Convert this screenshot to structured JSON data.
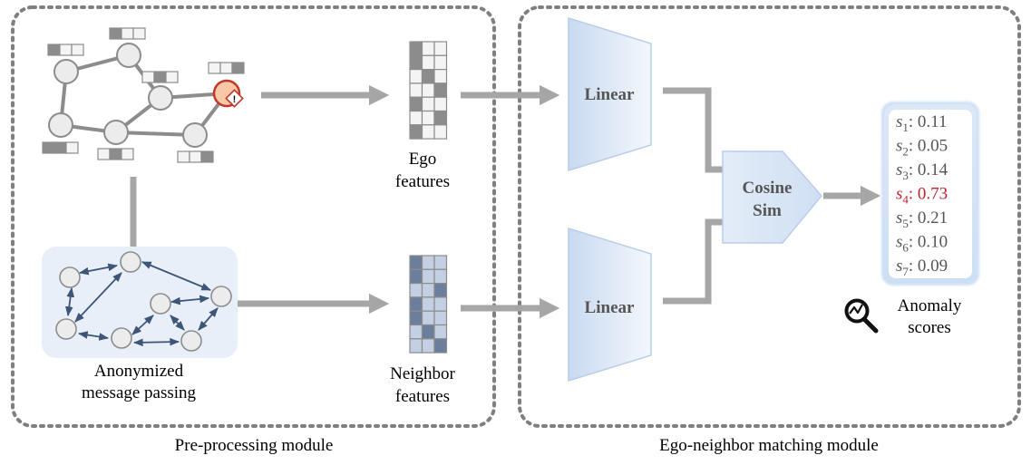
{
  "modules": {
    "preprocessing_label": "Pre-processing module",
    "matching_label": "Ego-neighbor matching module"
  },
  "anonymized": {
    "line1": "Anonymized",
    "line2": "message passing"
  },
  "ego_features": {
    "line1": "Ego",
    "line2": "features"
  },
  "neighbor_features": {
    "line1": "Neighbor",
    "line2": "features"
  },
  "linear_top": "Linear",
  "linear_bottom": "Linear",
  "cosine": {
    "line1": "Cosine",
    "line2": "Sim"
  },
  "scores": [
    {
      "sub": "1",
      "value": ": 0.11",
      "highlight": false
    },
    {
      "sub": "2",
      "value": ": 0.05",
      "highlight": false
    },
    {
      "sub": "3",
      "value": ": 0.14",
      "highlight": false
    },
    {
      "sub": "4",
      "value": ": 0.73",
      "highlight": true
    },
    {
      "sub": "5",
      "value": ": 0.21",
      "highlight": false
    },
    {
      "sub": "6",
      "value": ": 0.10",
      "highlight": false
    },
    {
      "sub": "7",
      "value": ": 0.09",
      "highlight": false
    }
  ],
  "score_symbol": "s",
  "anomaly": {
    "line1": "Anomaly",
    "line2": "scores"
  },
  "anomaly_marker": "!",
  "colors": {
    "arrow_gray": "#a6a6a6",
    "border_gray": "#7f7f7f",
    "node_fill": "#ececec",
    "anomaly_node": "#f8c7a8",
    "anomaly_border": "#c0392b",
    "highlight_red": "#c0202b",
    "light_blue": "#dfe9f6",
    "blue_edge": "#8fb0dc",
    "dark_blue_arrow": "#3d5577"
  }
}
